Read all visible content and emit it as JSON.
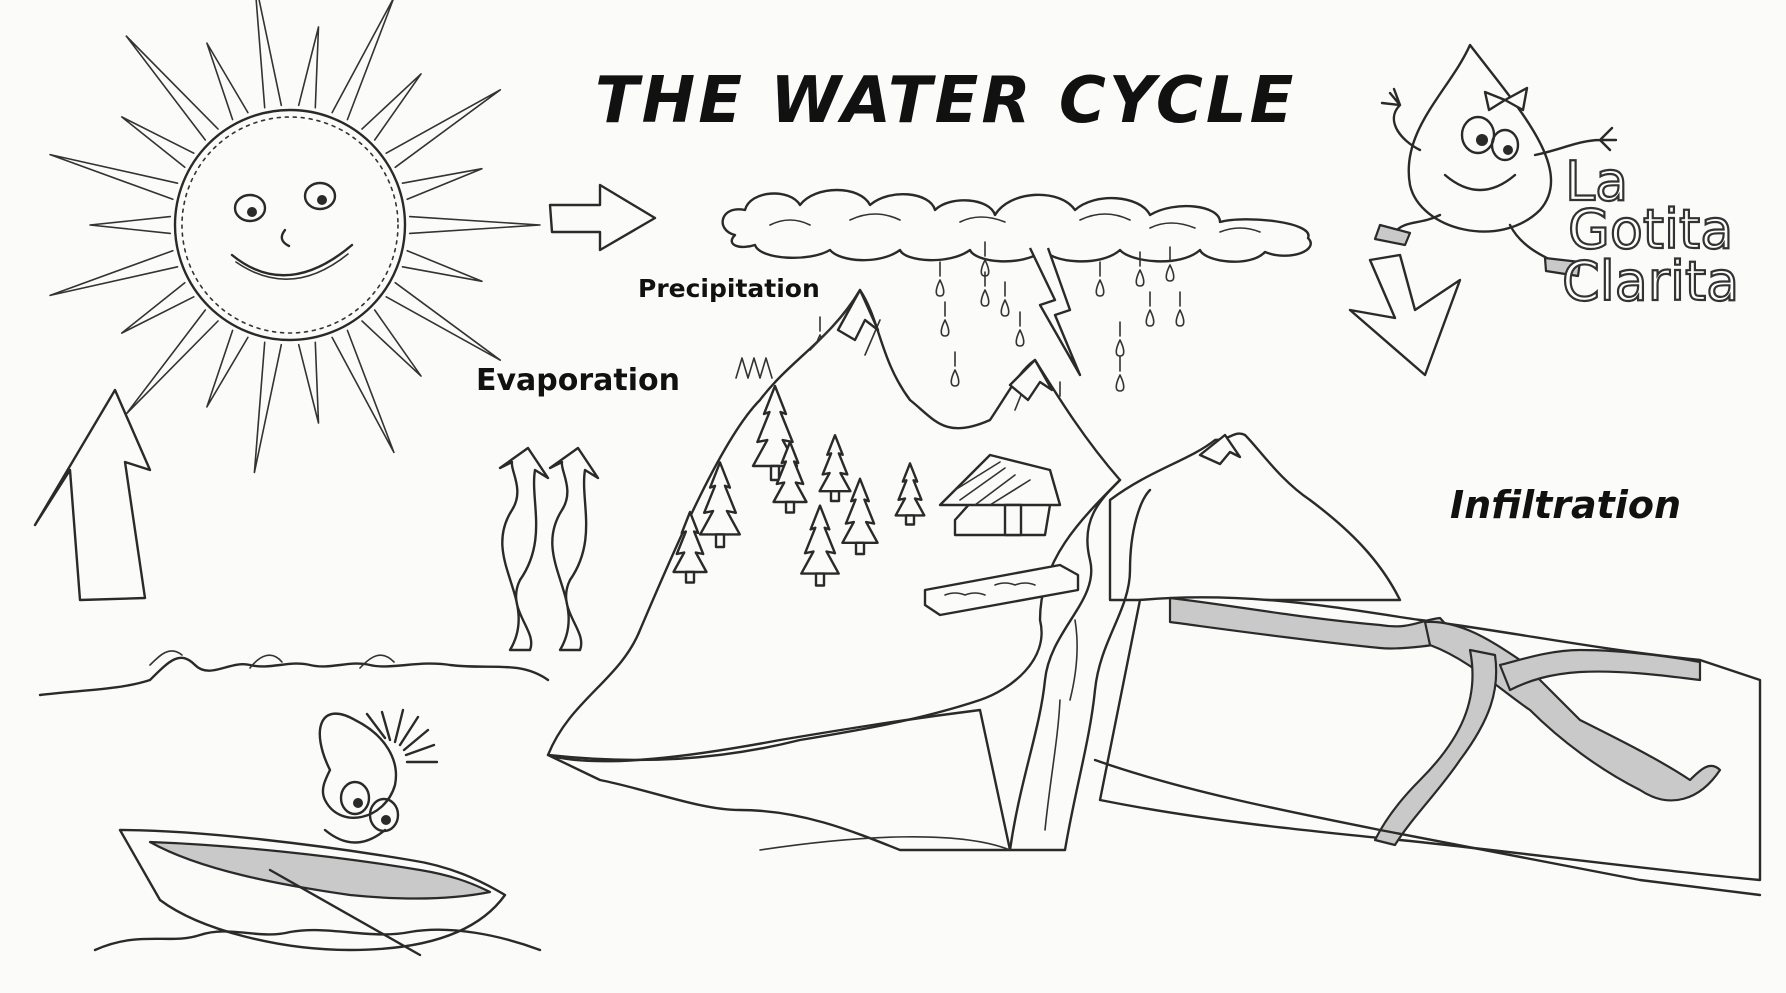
{
  "diagram": {
    "title": "THE WATER CYCLE",
    "labels": {
      "precipitation": "Precipitation",
      "evaporation": "Evaporation",
      "infiltration": "Infiltration"
    },
    "logo": {
      "line1": "La",
      "line2": "Gotita",
      "line3": "Clarita"
    },
    "colors": {
      "ink": "#2a2a2a",
      "paper": "#fbfbfa",
      "shade": "#c9c9c9"
    }
  }
}
